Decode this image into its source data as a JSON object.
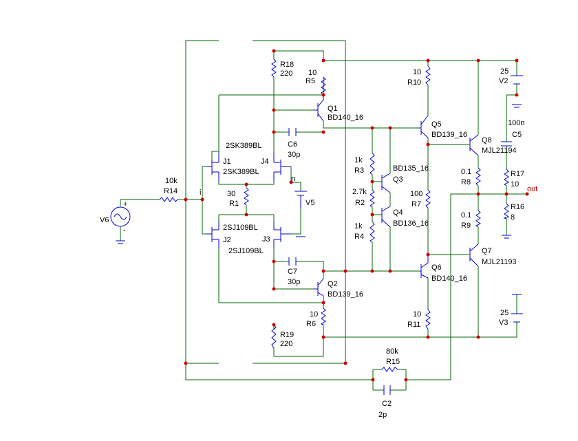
{
  "colors": {
    "wire": "#006400",
    "component": "#0000cc",
    "junction": "#cc0000",
    "text": "#000000"
  },
  "labels": {
    "R18": {
      "name": "R18",
      "value": "220"
    },
    "R5": {
      "name": "R5",
      "value": "10"
    },
    "Q1": {
      "name": "Q1",
      "part": "BD140_16"
    },
    "C6": {
      "name": "C6",
      "value": "30p"
    },
    "J1": {
      "name": "J1",
      "part": "2SK389BL"
    },
    "J4": {
      "name": "J4",
      "part": "2SK389BL"
    },
    "R1": {
      "name": "R1",
      "value": "30"
    },
    "J2": {
      "name": "J2",
      "part": "2SJ109BL"
    },
    "J3": {
      "name": "J3",
      "part": "2SJ109BL"
    },
    "V5": {
      "name": "V5"
    },
    "V6": {
      "name": "V6"
    },
    "R14": {
      "name": "R14",
      "value": "10k"
    },
    "C7": {
      "name": "C7",
      "value": "30p"
    },
    "Q2": {
      "name": "Q2",
      "part": "BD139_16"
    },
    "R6": {
      "name": "R6",
      "value": "10"
    },
    "R19": {
      "name": "R19",
      "value": "220"
    },
    "R3": {
      "name": "R3",
      "value": "1k"
    },
    "Q3": {
      "name": "Q3",
      "part": "BD135_16"
    },
    "R2": {
      "name": "R2",
      "value": "2.7k"
    },
    "Q4": {
      "name": "Q4",
      "part": "BD136_16"
    },
    "R4": {
      "name": "R4",
      "value": "1k"
    },
    "R10": {
      "name": "R10",
      "value": "10"
    },
    "Q5": {
      "name": "Q5",
      "part": "BD139_16"
    },
    "R7": {
      "name": "R7",
      "value": "100"
    },
    "Q6": {
      "name": "Q6",
      "part": "BD140_16"
    },
    "R11": {
      "name": "R11",
      "value": "10"
    },
    "Q8": {
      "name": "Q8",
      "part": "MJL21194"
    },
    "R8": {
      "name": "R8",
      "value": "0.1"
    },
    "R9": {
      "name": "R9",
      "value": "0.1"
    },
    "Q7": {
      "name": "Q7",
      "part": "MJL21193"
    },
    "V2": {
      "name": "V2",
      "value": "25"
    },
    "C5": {
      "name": "C5",
      "value": "100n"
    },
    "R17": {
      "name": "R17",
      "value": "10"
    },
    "R16": {
      "name": "R16",
      "value": "8"
    },
    "V3": {
      "name": "V3",
      "value": "25"
    },
    "R15": {
      "name": "R15",
      "value": "80k"
    },
    "C2": {
      "name": "C2",
      "value": "2p"
    }
  },
  "nets": {
    "out": "out",
    "n": "n",
    "i": "i"
  },
  "polarity": {
    "plus": "+",
    "minus": "-"
  }
}
